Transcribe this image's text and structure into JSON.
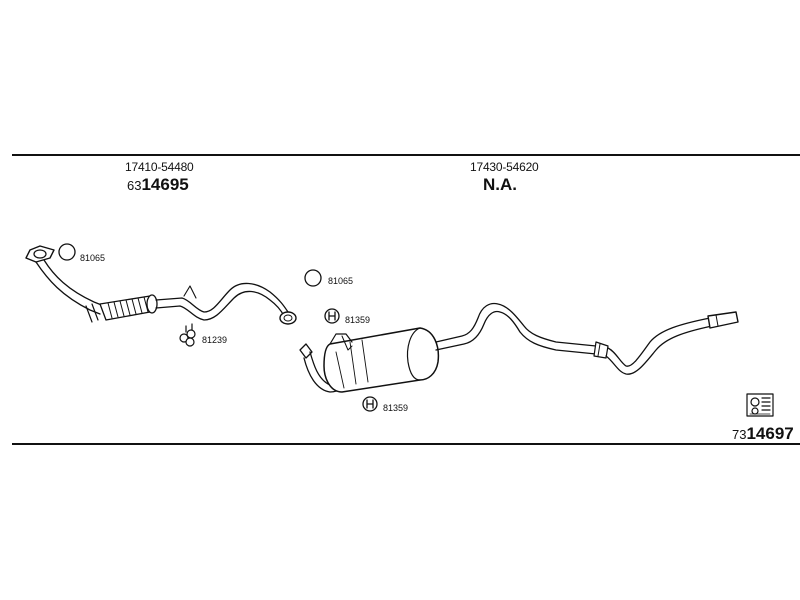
{
  "sections": [
    {
      "oe_number": "17410-54480",
      "ref_prefix": "63",
      "ref_main": "14695"
    },
    {
      "oe_number": "17430-54620",
      "ref_main": "N.A."
    }
  ],
  "part_labels": {
    "ring_front": "81065",
    "ring_mid": "81065",
    "bolt_kit": "81239",
    "rubber_upper": "81359",
    "rubber_lower": "81359"
  },
  "footer": {
    "ref_prefix": "73",
    "ref_main": "14697"
  },
  "colors": {
    "ink": "#111111",
    "background": "#ffffff"
  },
  "icons": [
    "exhaust-pipe-icon",
    "silencer-icon",
    "gasket-ring-icon",
    "rubber-mount-icon",
    "bolt-kit-icon",
    "catalog-logo-icon"
  ]
}
